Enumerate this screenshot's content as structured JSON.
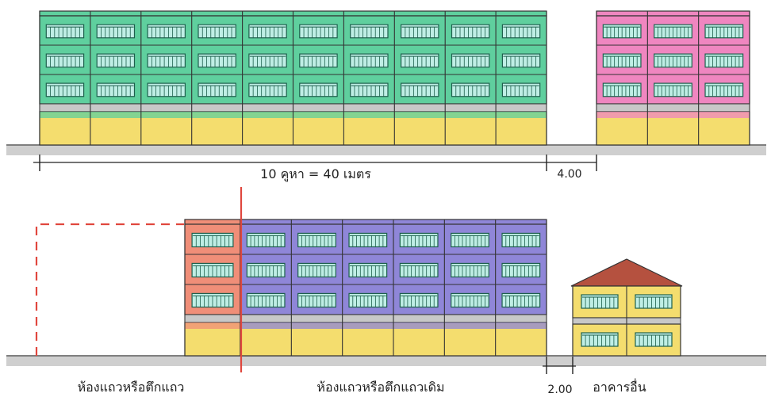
{
  "labels": {
    "top_dimension": "10 คูหา = 40 เมตร",
    "top_gap": "4.00",
    "bottom_gap": "2.00",
    "label_new_row": "ห้องแถวหรือตึกแถว",
    "label_existing_row": "ห้องแถวหรือตึกแถวเดิม",
    "label_other_building": "อาคารอื่น"
  },
  "colors": {
    "green": "#5fcf9e",
    "pink": "#ef86c0",
    "salmon": "#f08e78",
    "purple": "#8f86d8",
    "yellow": "#f4dd6e",
    "roof": "#b5513f",
    "window": "#bfeee5",
    "band": "#c8c8c8",
    "ground": "#cfcfcf",
    "redline": "#e0473e"
  }
}
